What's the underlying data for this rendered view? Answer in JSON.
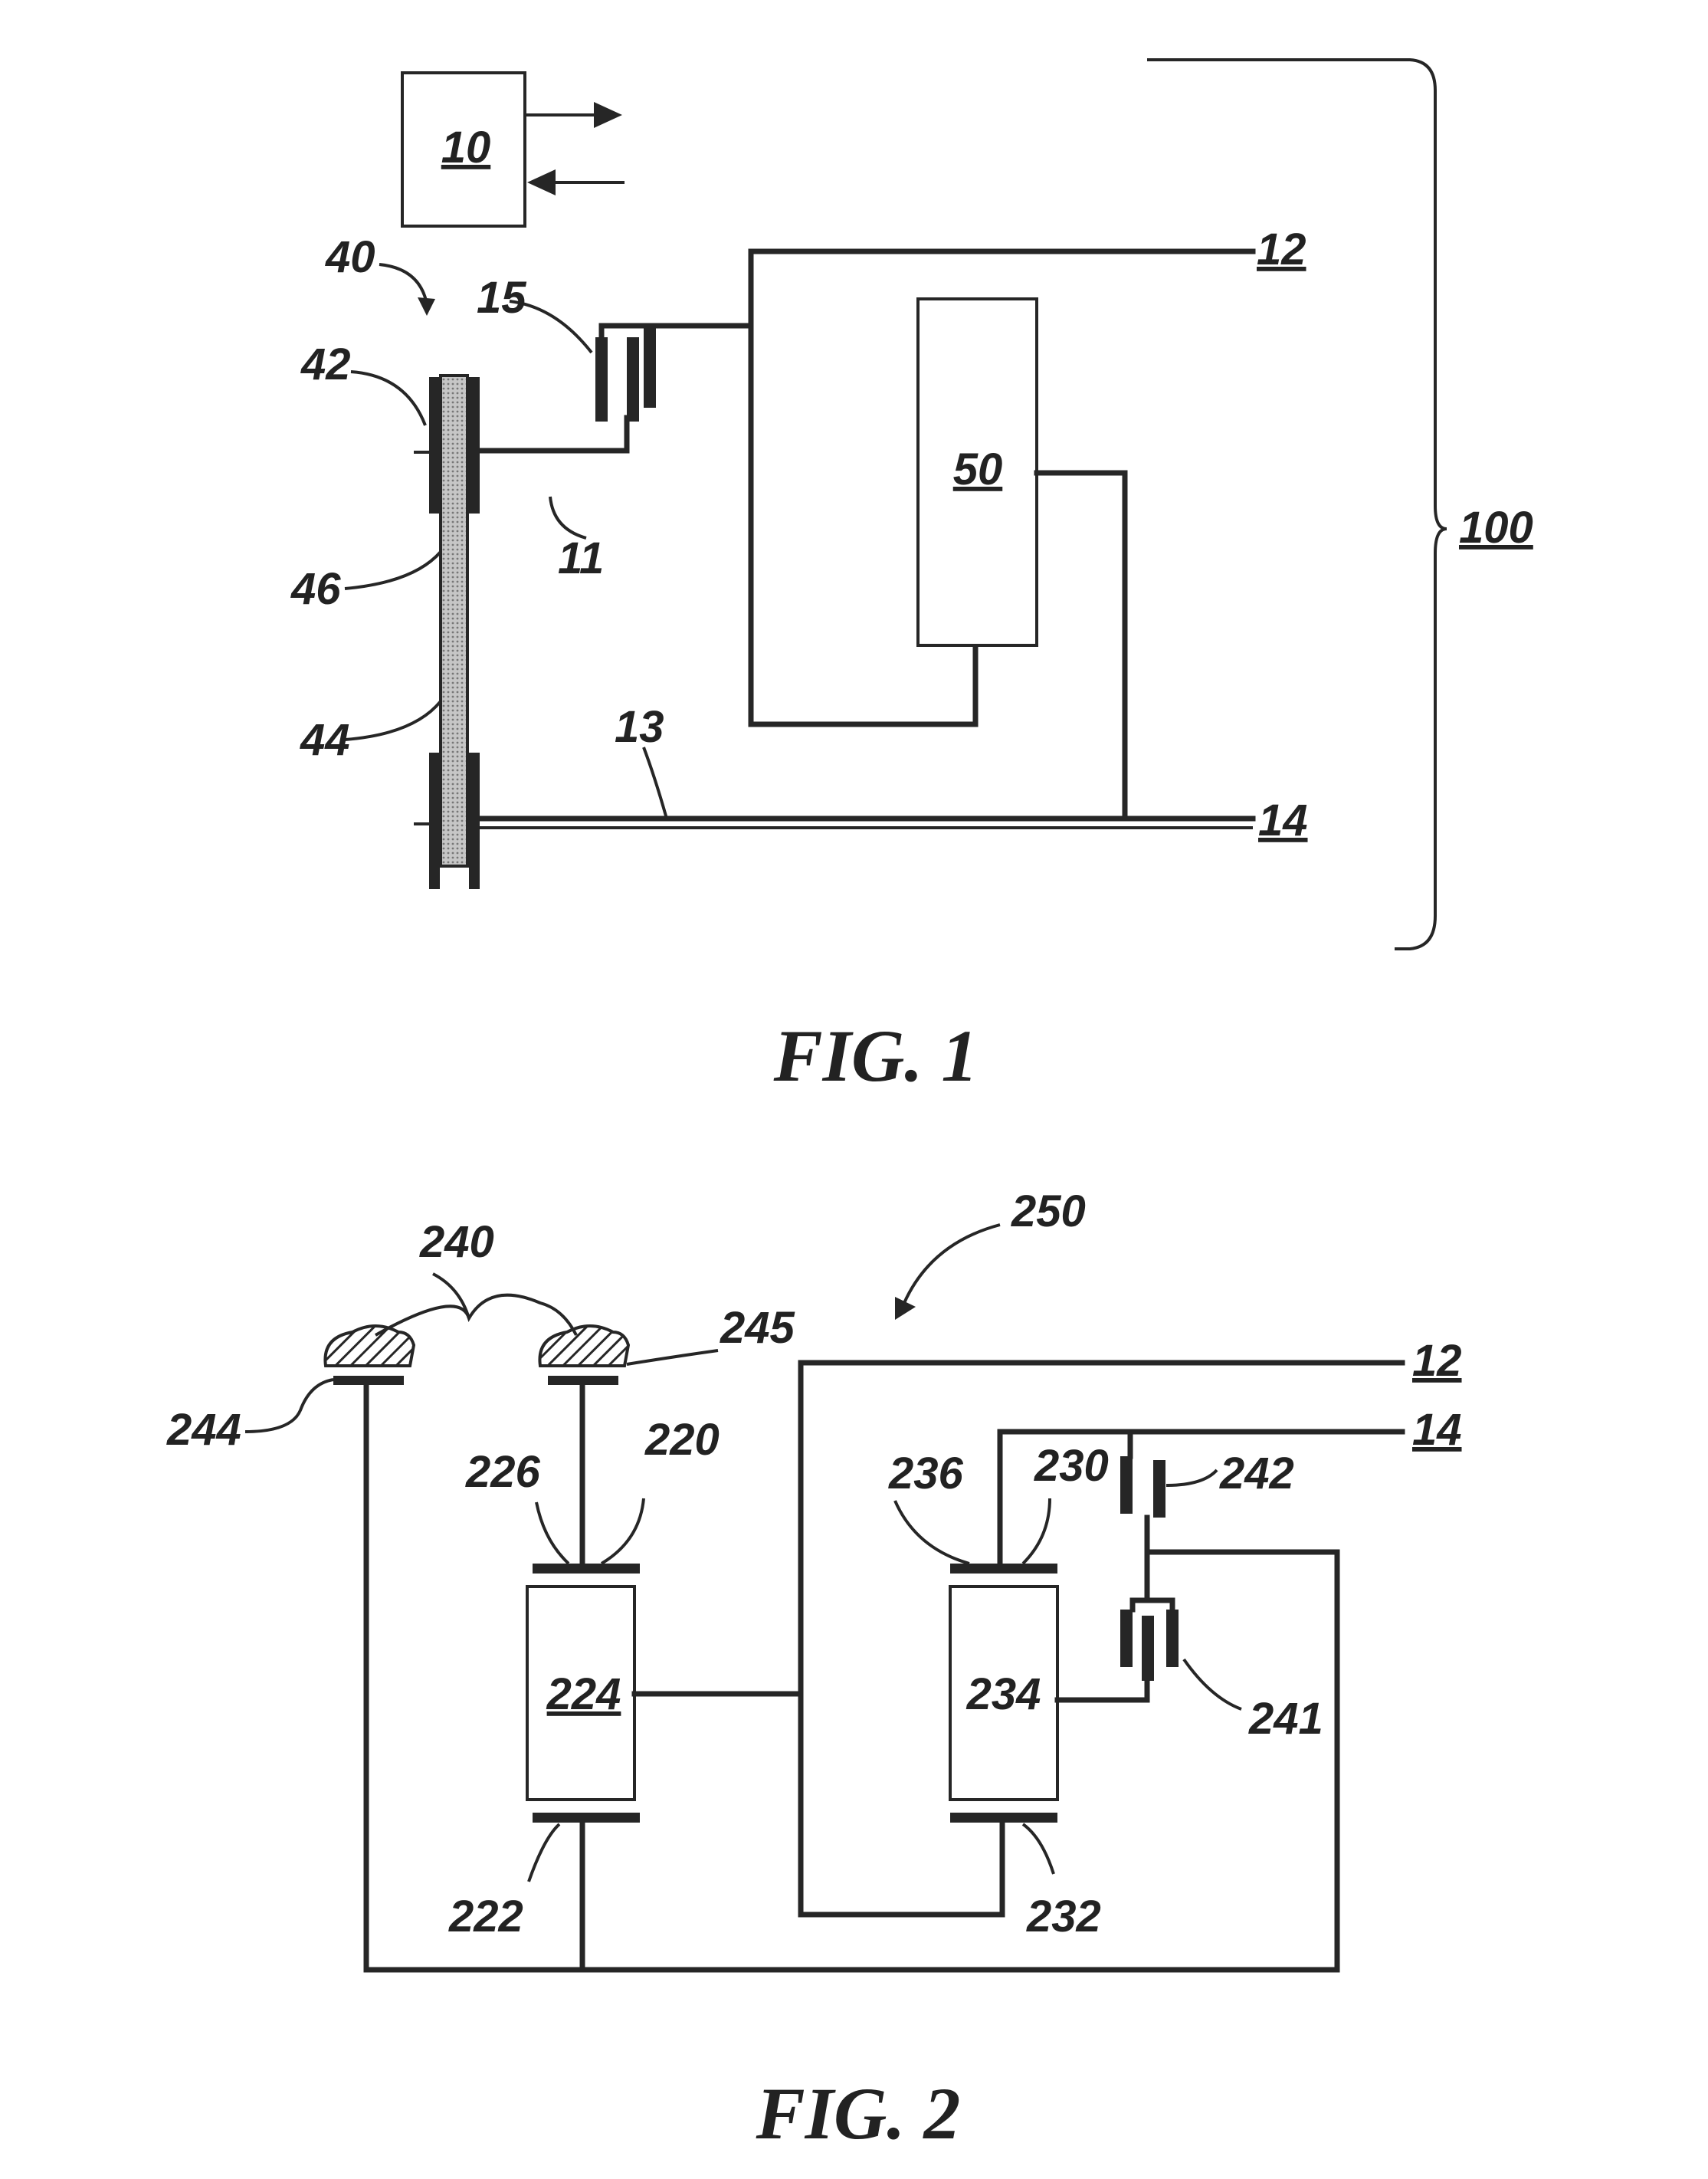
{
  "figure1": {
    "caption": "FIG. 1",
    "labels": {
      "controller": "10",
      "shaft_11": "11",
      "output_12": "12",
      "shaft_13": "13",
      "output_14": "14",
      "clutch_15": "15",
      "drive_40": "40",
      "pulley_42": "42",
      "pulley_44": "44",
      "belt_46": "46",
      "unit_50": "50",
      "system_100": "100"
    }
  },
  "figure2": {
    "caption": "FIG. 2",
    "labels": {
      "output_12": "12",
      "output_14": "14",
      "gearset_220": "220",
      "ring_222": "222",
      "carrier_224": "224",
      "sun_226": "226",
      "gearset_230": "230",
      "ring_232": "232",
      "carrier_234": "234",
      "sun_236": "236",
      "ground_240": "240",
      "clutch_241": "241",
      "clutch_242": "242",
      "brake_244": "244",
      "brake_245": "245",
      "transmission_250": "250"
    }
  },
  "colors": {
    "line": "#262626",
    "belt_fill": "#b3b3b3",
    "background": "#ffffff"
  }
}
